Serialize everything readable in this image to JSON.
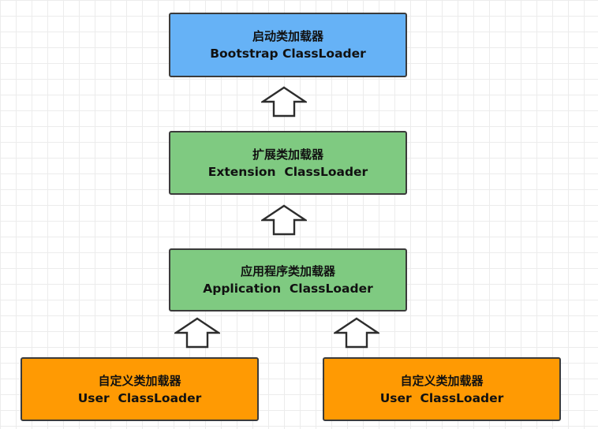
{
  "nodes": {
    "bootstrap": {
      "line1": "启动类加载器",
      "line2": "Bootstrap ClassLoader",
      "color": "#66b2f6"
    },
    "extension": {
      "line1": "扩展类加载器",
      "line2": "Extension  ClassLoader",
      "color": "#7fca81"
    },
    "application": {
      "line1": "应用程序类加载器",
      "line2": "Application  ClassLoader",
      "color": "#7fca81"
    },
    "user1": {
      "line1": "自定义类加载器",
      "line2": "User  ClassLoader",
      "color": "#ff9a03"
    },
    "user2": {
      "line1": "自定义类加载器",
      "line2": "User  ClassLoader",
      "color": "#ff9a03"
    }
  },
  "edges": [
    {
      "from": "extension",
      "to": "bootstrap"
    },
    {
      "from": "application",
      "to": "extension"
    },
    {
      "from": "user1",
      "to": "application"
    },
    {
      "from": "user2",
      "to": "application"
    }
  ],
  "icons": {
    "arrow": "hollow-up-arrow-icon"
  }
}
